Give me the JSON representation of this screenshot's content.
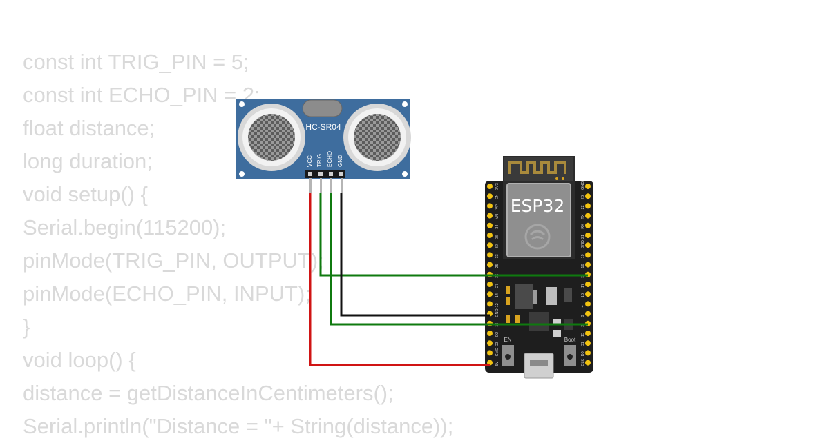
{
  "code_lines": [
    "const int TRIG_PIN = 5;",
    "const int ECHO_PIN = 2;",
    "float distance;",
    "long duration;",
    "void setup() {",
    "Serial.begin(115200);",
    "pinMode(TRIG_PIN, OUTPUT);",
    "pinMode(ECHO_PIN, INPUT);",
    "}",
    "void loop() {",
    "distance = getDistanceInCentimeters();",
    "Serial.println(\"Distance = \"+ String(distance));"
  ],
  "sensor": {
    "name": "HC-SR04",
    "pins": [
      "VCC",
      "TRIG",
      "ECHO",
      "GND"
    ]
  },
  "board": {
    "module_label": "ESP32",
    "button_en": "EN",
    "button_boot": "Boot",
    "left_pins": [
      "3V3",
      "EN",
      "VP",
      "VN",
      "34",
      "35",
      "32",
      "33",
      "25",
      "26",
      "27",
      "14",
      "12",
      "GND",
      "13",
      "D2",
      "D3",
      "CMD",
      "5V"
    ],
    "right_pins": [
      "GND",
      "23",
      "22",
      "TX",
      "RX",
      "21",
      "GND",
      "19",
      "18",
      "5",
      "17",
      "16",
      "4",
      "0",
      "2",
      "15",
      "D1",
      "D0",
      "CLK"
    ]
  },
  "wire_colors": {
    "vcc": "#d01414",
    "trig": "#0f7a0f",
    "echo": "#0f7a0f",
    "gnd": "#111111"
  }
}
